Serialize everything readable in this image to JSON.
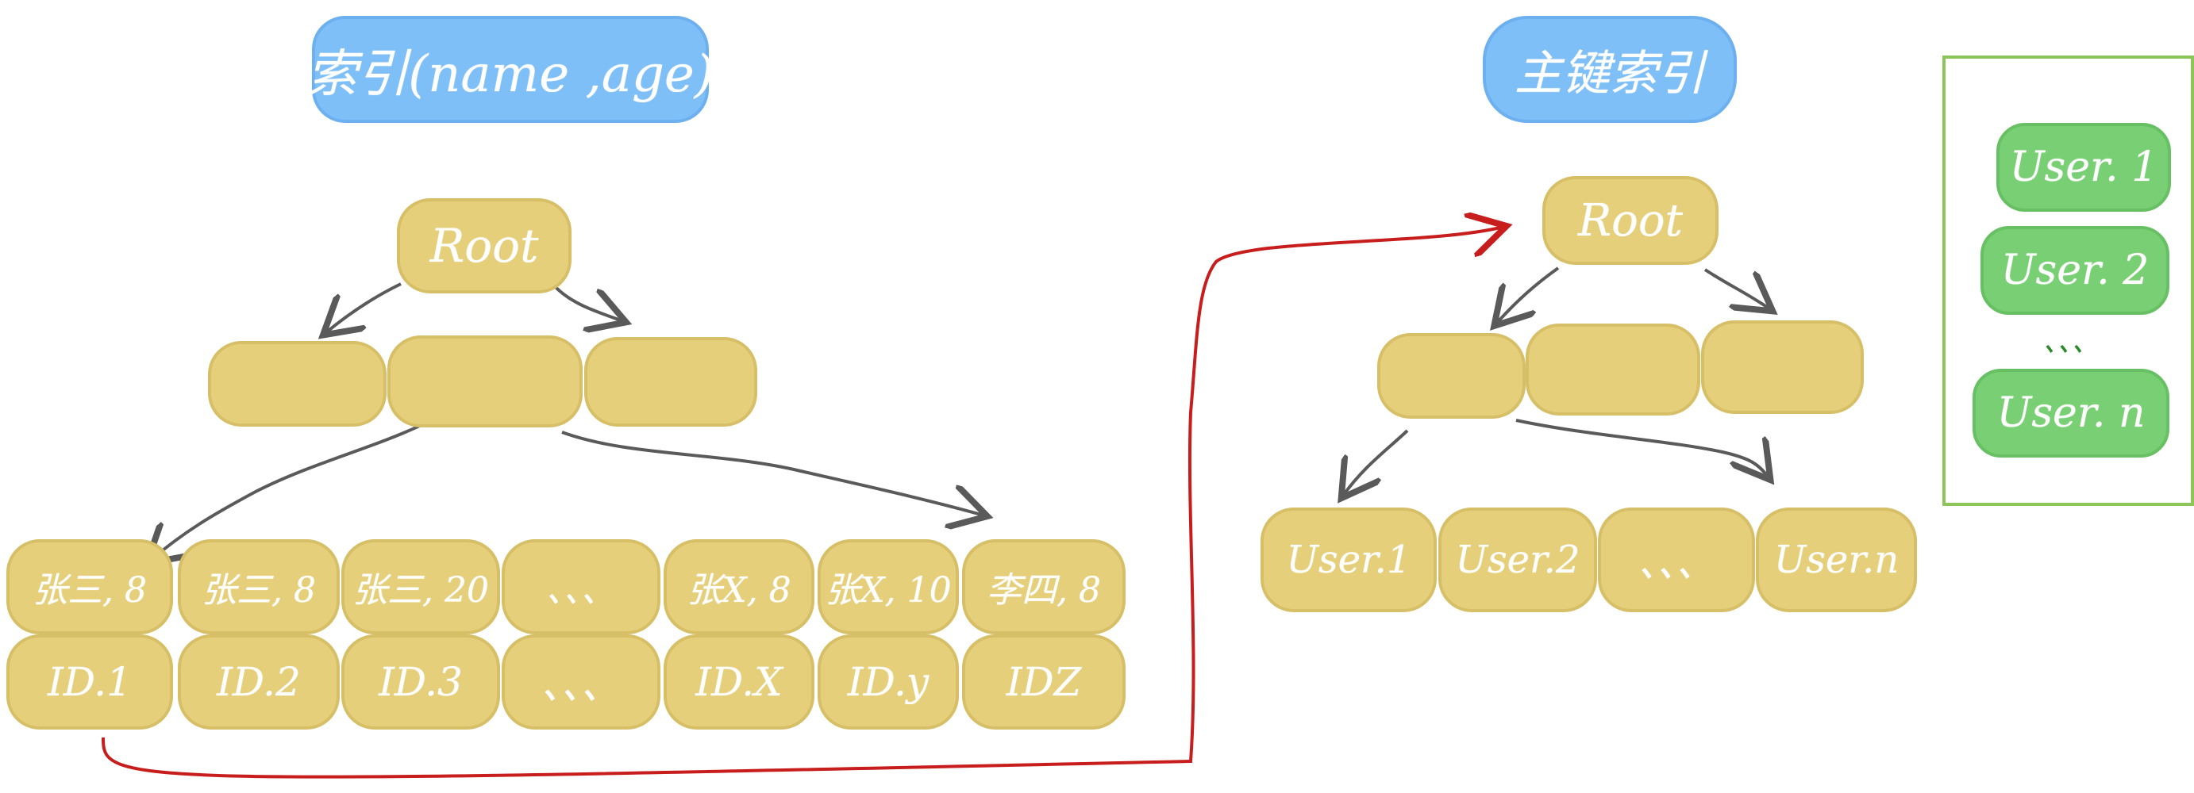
{
  "title_index": "索引(name ,age)",
  "title_primary": "主键索引",
  "left_tree": {
    "root": "Root",
    "leaf_top": [
      "张三, 8",
      "张三, 8",
      "张三, 20",
      "、、、",
      "张X, 8",
      "张X, 10",
      "李四, 8"
    ],
    "leaf_bottom": [
      "ID.1",
      "ID.2",
      "ID.3",
      "、、、",
      "ID.X",
      "ID.y",
      "IDZ"
    ]
  },
  "right_tree": {
    "root": "Root",
    "leaves": [
      "User.1",
      "User.2",
      "、、、",
      "User.n"
    ]
  },
  "side_list": [
    "User. 1",
    "User. 2",
    "、、、",
    "User. n"
  ],
  "colors": {
    "yellow": "#e6cf7a",
    "blue": "#7ebff7",
    "green": "#79cf73",
    "green_frame": "#8dc55a",
    "arrow_gray": "#5a5a5a",
    "arrow_red": "#c81d1d"
  }
}
